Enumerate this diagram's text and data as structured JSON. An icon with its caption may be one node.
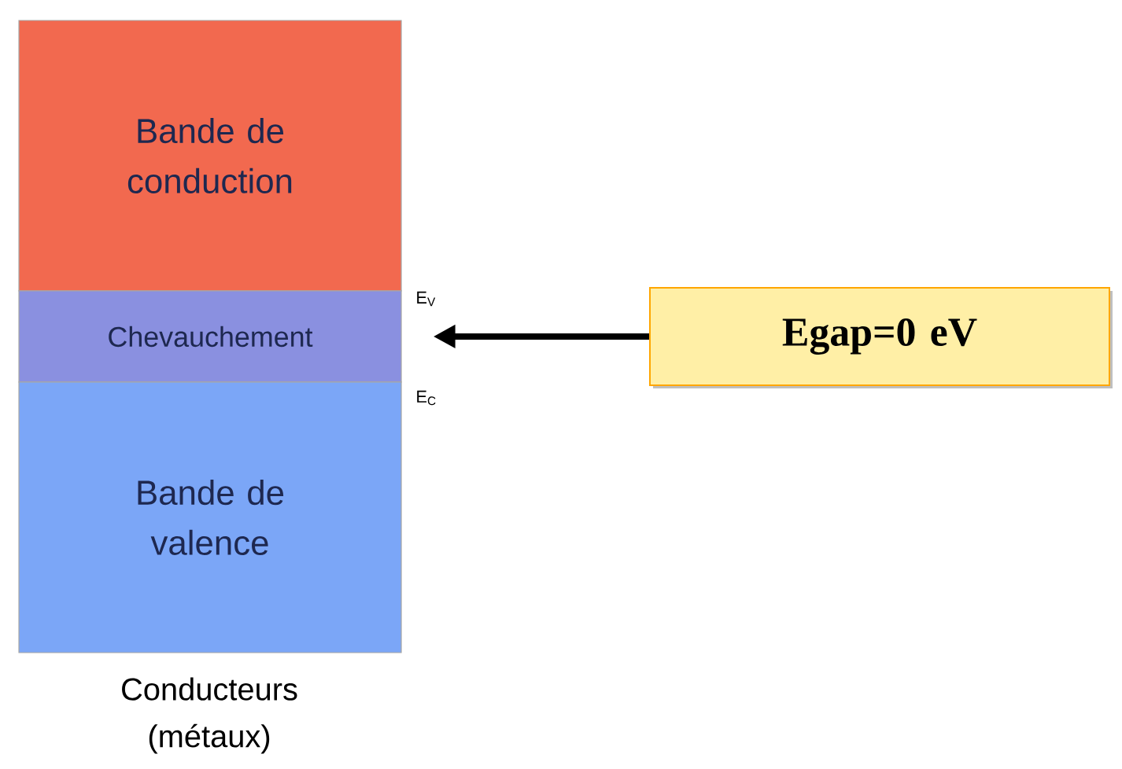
{
  "diagram": {
    "nodes": [
      {
        "text": [
          "Bande de conduction"
        ]
      },
      {
        "text": [
          "Chevauchement"
        ]
      },
      {
        "text": [
          "Bande de valence"
        ]
      },
      {
        "text": [
          "Egap=0 eV"
        ]
      }
    ],
    "edges": [
      {
        "from": 3,
        "to": 1,
        "arrow": "to"
      }
    ],
    "labels": [
      "E$_{V}$",
      "E$_{C}$",
      "Conducteurs (métaux)"
    ]
  }
}
